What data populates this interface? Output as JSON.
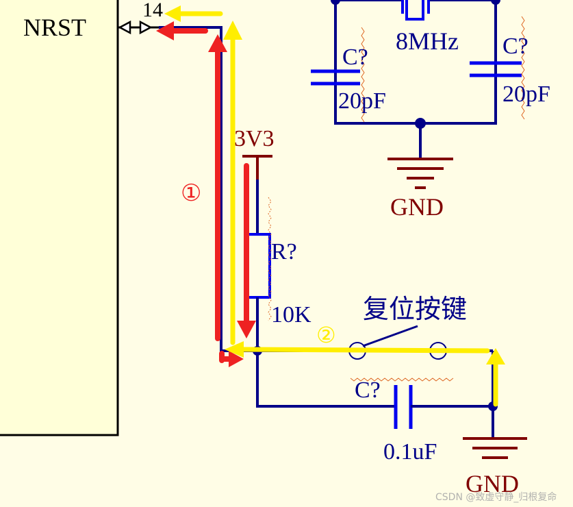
{
  "chip": {
    "pin_name": "NRST",
    "pin_number": "14"
  },
  "power": {
    "label": "3V3"
  },
  "resistor": {
    "designator": "R?",
    "value": "10K"
  },
  "reset_button": {
    "label": "复位按键"
  },
  "reset_capacitor": {
    "designator": "C?",
    "value": "0.1uF"
  },
  "crystal": {
    "frequency": "8MHz"
  },
  "crystal_cap_left": {
    "designator": "C?",
    "value": "20pF"
  },
  "crystal_cap_right": {
    "designator": "C?",
    "value": "20pF"
  },
  "ground_top": {
    "label": "GND"
  },
  "ground_bottom": {
    "label": "GND"
  },
  "paths": {
    "path_1": "①",
    "path_2": "②"
  },
  "watermark": "CSDN @致虚守静_归根复命",
  "colors": {
    "background": "#fffde6",
    "wire": "#000088",
    "component": "#0000ee",
    "ground": "#800000",
    "path_1": "#ee2222",
    "path_2": "#ffee00",
    "chip_fill": "#ffffd8"
  }
}
